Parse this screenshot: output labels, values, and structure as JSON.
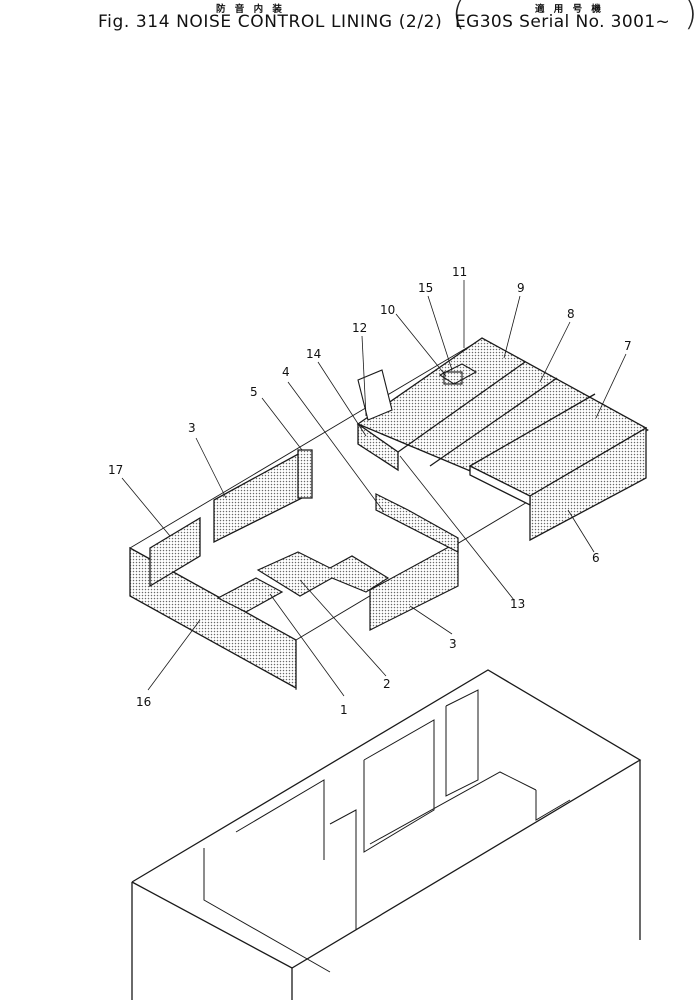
{
  "header": {
    "jp_left": "防 音 内 装",
    "jp_right": "適 用 号 機",
    "figure_title": "Fig. 314  NOISE CONTROL LINING (2/2)",
    "applicability": "EG30S Serial No. 3001~"
  },
  "callouts": [
    "1",
    "2",
    "3",
    "3",
    "4",
    "5",
    "6",
    "7",
    "8",
    "9",
    "10",
    "11",
    "12",
    "13",
    "14",
    "15",
    "16",
    "17"
  ],
  "colors": {
    "line": "#1a1a1a",
    "hatch": "#8a8a8a",
    "paper": "#ffffff"
  }
}
